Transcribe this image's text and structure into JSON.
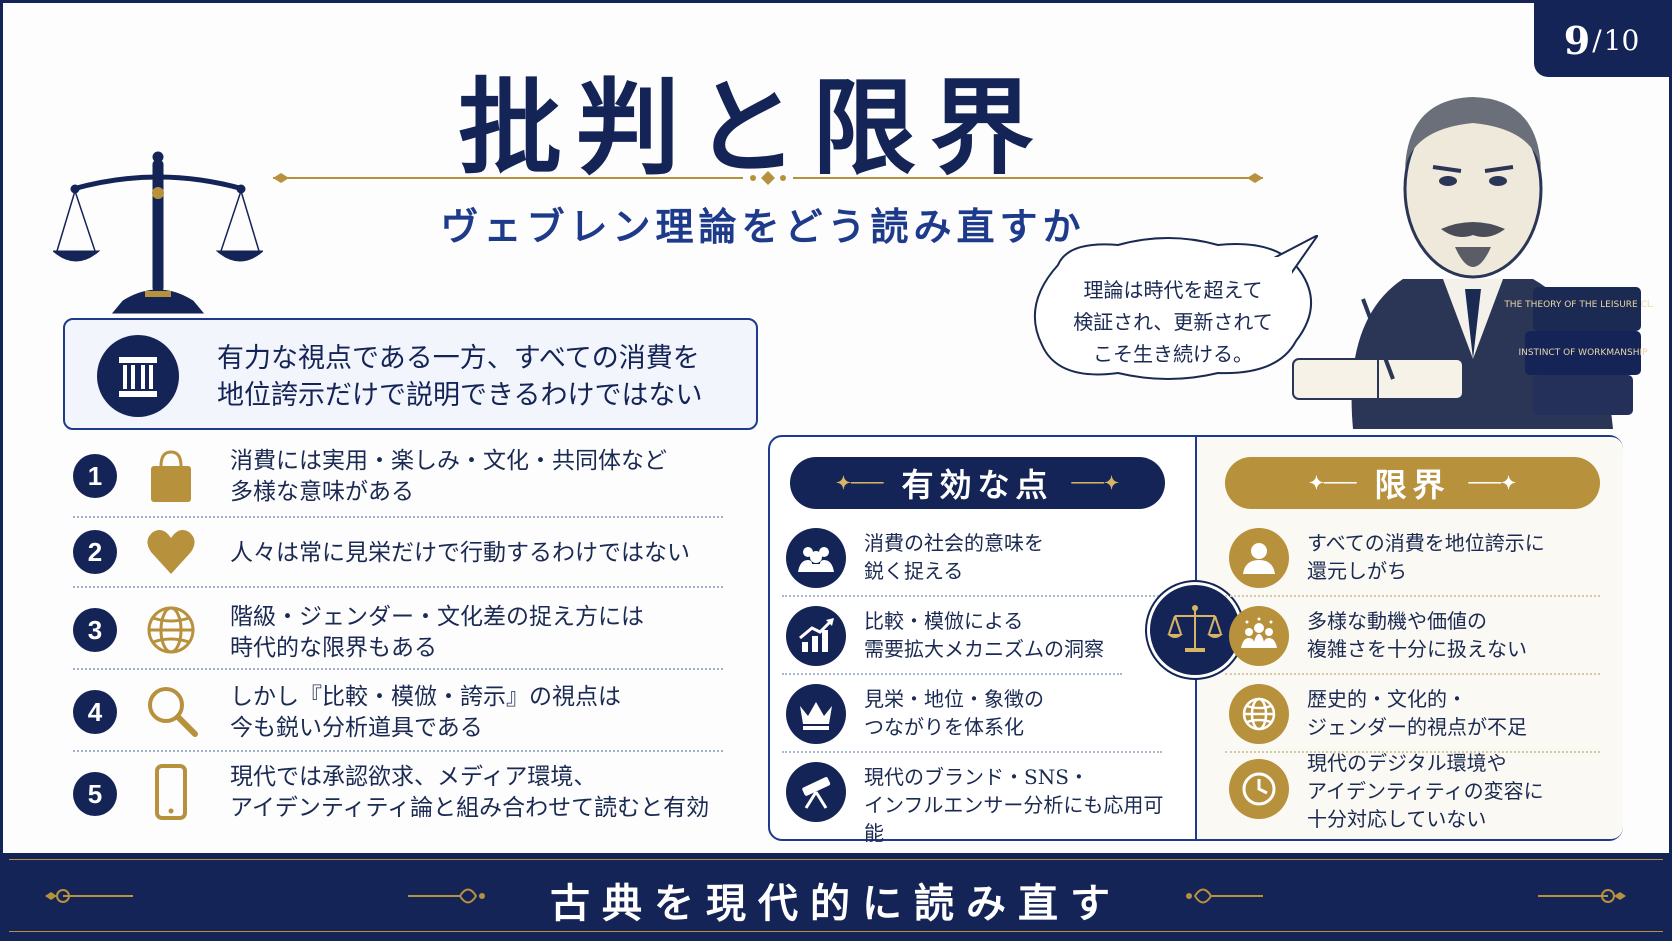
{
  "page": {
    "current": "9",
    "separator": "/",
    "total": "10"
  },
  "title": "批判と限界",
  "subtitle": "ヴェブレン理論をどう読み直すか",
  "speech_bubble": [
    "理論は時代を超えて",
    "検証され、更新されて",
    "こそ生き続ける。"
  ],
  "books": [
    "THE THEORY OF THE LEISURE CLASS",
    "INSTINCT OF WORKMANSHIP"
  ],
  "thesis": [
    "有力な視点である一方、すべての消費を",
    "地位誇示だけで説明できるわけではない"
  ],
  "points": [
    {
      "num": "1",
      "icon": "shopping-bag-icon",
      "lines": [
        "消費には実用・楽しみ・文化・共同体など",
        "多様な意味がある"
      ]
    },
    {
      "num": "2",
      "icon": "heart-icon",
      "lines": [
        "人々は常に見栄だけで行動するわけではない"
      ]
    },
    {
      "num": "3",
      "icon": "globe-icon",
      "lines": [
        "階級・ジェンダー・文化差の捉え方には",
        "時代的な限界もある"
      ]
    },
    {
      "num": "4",
      "icon": "magnifier-icon",
      "lines": [
        "しかし『比較・模倣・誇示』の視点は",
        "今も鋭い分析道具である"
      ]
    },
    {
      "num": "5",
      "icon": "smartphone-icon",
      "lines": [
        "現代では承認欲求、メディア環境、",
        "アイデンティティ論と組み合わせて読むと有効"
      ]
    }
  ],
  "strengths": {
    "heading": "有効な点",
    "items": [
      {
        "icon": "people-icon",
        "lines": [
          "消費の社会的意味を",
          "鋭く捉える"
        ]
      },
      {
        "icon": "growth-chart-icon",
        "lines": [
          "比較・模倣による",
          "需要拡大メカニズムの洞察"
        ]
      },
      {
        "icon": "crown-icon",
        "lines": [
          "見栄・地位・象徴の",
          "つながりを体系化"
        ]
      },
      {
        "icon": "telescope-icon",
        "lines": [
          "現代のブランド・SNS・",
          "インフルエンサー分析にも応用可能"
        ]
      }
    ]
  },
  "limits": {
    "heading": "限界",
    "items": [
      {
        "icon": "person-icon",
        "lines": [
          "すべての消費を地位誇示に",
          "還元しがち"
        ]
      },
      {
        "icon": "group-icon",
        "lines": [
          "多様な動機や価値の",
          "複雑さを十分に扱えない"
        ]
      },
      {
        "icon": "globe-icon",
        "lines": [
          "歴史的・文化的・",
          "ジェンダー的視点が不足"
        ]
      },
      {
        "icon": "clock-icon",
        "lines": [
          "現代のデジタル環境や",
          "アイデンティティの変容に",
          "十分対応していない"
        ]
      }
    ]
  },
  "footer": "古典を現代的に読み直す",
  "colors": {
    "navy": "#142457",
    "gold": "#b8913d",
    "text": "#1b2a52"
  }
}
